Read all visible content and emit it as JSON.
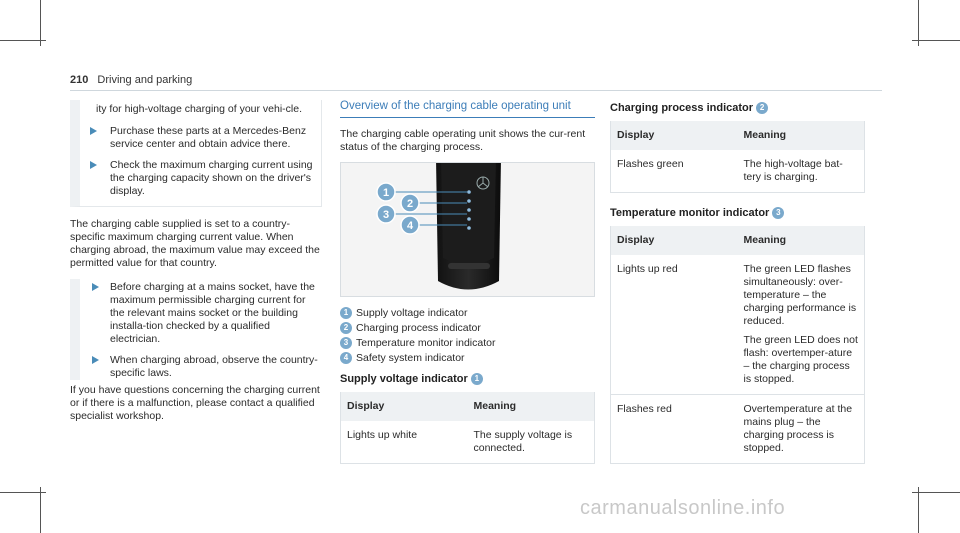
{
  "header": {
    "page_number": "210",
    "section": "Driving and parking"
  },
  "col1": {
    "note_continuation": "ity for high-voltage charging of your vehi-cle.",
    "note_bullets": [
      "Purchase these parts at a Mercedes-Benz service center and obtain advice there.",
      "Check the maximum charging current using the charging capacity shown on the driver's display."
    ],
    "para1": "The charging cable supplied is set to a country-specific maximum charging current value. When charging abroad, the maximum value may exceed the permitted value for that country.",
    "bullets": [
      "Before charging at a mains socket, have the maximum permissible charging current for the relevant mains socket or the building installa-tion checked by a qualified electrician.",
      "When charging abroad, observe the country-specific laws."
    ],
    "para2": "If you have questions concerning the charging current or if there is a malfunction, please contact a qualified specialist workshop."
  },
  "col2": {
    "title": "Overview of the charging cable operating unit",
    "intro": "The charging cable operating unit shows the cur-rent status of the charging process.",
    "figure_callouts": [
      "1",
      "2",
      "3",
      "4"
    ],
    "legend": [
      {
        "num": "1",
        "text": "Supply voltage indicator"
      },
      {
        "num": "2",
        "text": "Charging process indicator"
      },
      {
        "num": "3",
        "text": "Temperature monitor indicator"
      },
      {
        "num": "4",
        "text": "Safety system indicator"
      }
    ],
    "supply_title": "Supply voltage indicator",
    "supply_num": "1",
    "supply_table": {
      "headers": [
        "Display",
        "Meaning"
      ],
      "rows": [
        [
          "Lights up white",
          "The supply voltage is connected."
        ]
      ]
    }
  },
  "col3": {
    "charging_title": "Charging process indicator",
    "charging_num": "2",
    "charging_table": {
      "headers": [
        "Display",
        "Meaning"
      ],
      "rows": [
        [
          "Flashes green",
          "The high-voltage bat-tery is charging."
        ]
      ]
    },
    "temp_title": "Temperature monitor indicator",
    "temp_num": "3",
    "temp_table": {
      "headers": [
        "Display",
        "Meaning"
      ],
      "rows": [
        {
          "display": "Lights up red",
          "meaning1": "The green LED flashes simultaneously: over-temperature – the charging performance is reduced.",
          "meaning2": "The green LED does not flash: overtemper-ature – the charging process is stopped."
        },
        {
          "display": "Flashes red",
          "meaning1": "Overtemperature at the mains plug – the charging process is stopped."
        }
      ]
    }
  },
  "watermark": "carmanualsonline.info",
  "colors": {
    "accent": "#3c7db8",
    "badge": "#7aa9cc",
    "bullet": "#4a8cb8"
  }
}
